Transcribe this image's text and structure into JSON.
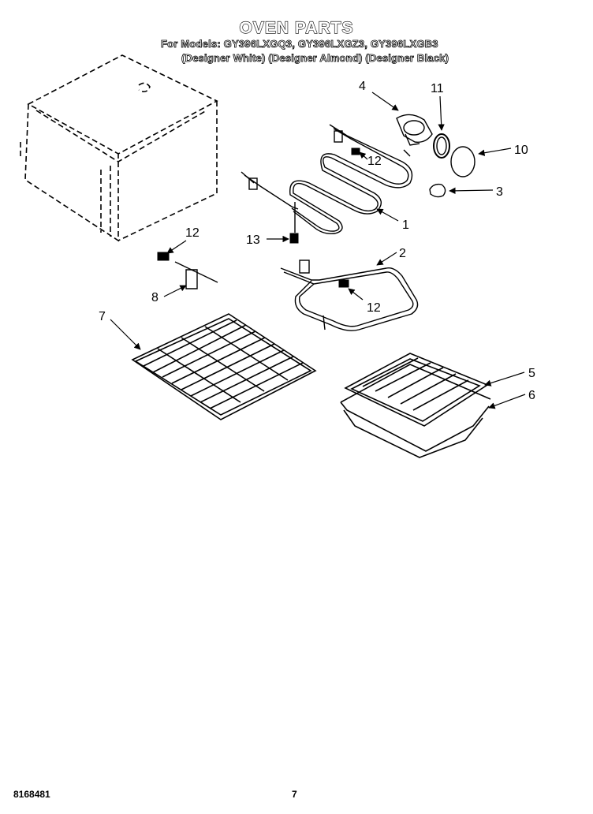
{
  "header": {
    "title": "OVEN PARTS",
    "models": "For Models: GY396LXGQ3, GY396LXGZ3, GY396LXGB3",
    "designers": "(Designer White)  (Designer Almond)  (Designer Black)"
  },
  "callouts": {
    "c1": "1",
    "c2": "2",
    "c3": "3",
    "c4": "4",
    "c5": "5",
    "c6": "6",
    "c7": "7",
    "c8": "8",
    "c10": "10",
    "c11": "11",
    "c12a": "12",
    "c12b": "12",
    "c12c": "12",
    "c13": "13"
  },
  "footer": {
    "doc_number": "8168481",
    "page": "7"
  }
}
